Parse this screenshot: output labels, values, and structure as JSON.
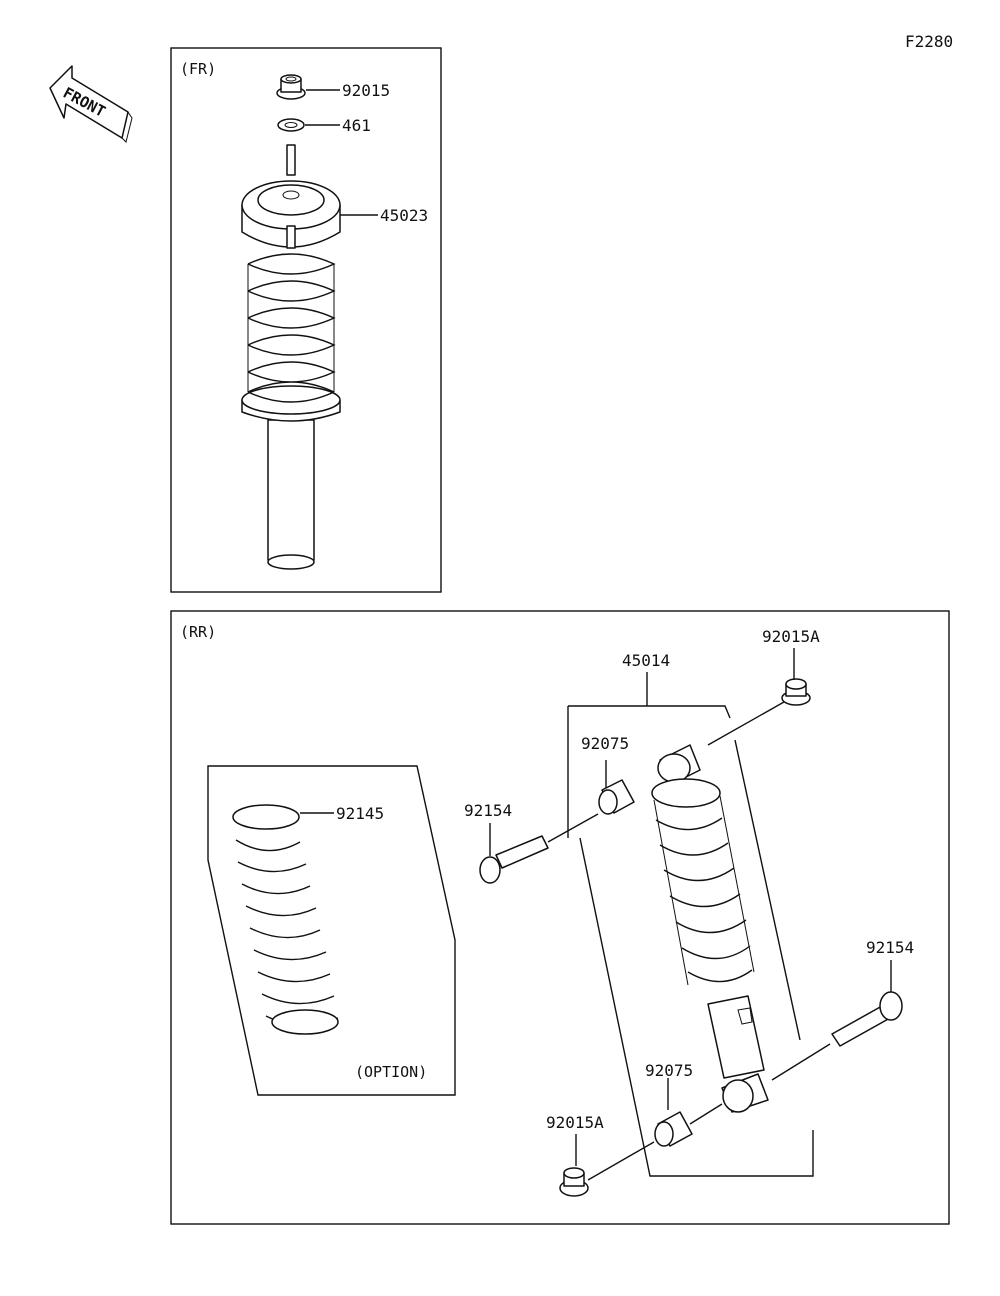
{
  "figure_code": "F2280",
  "front_arrow": {
    "label": "FRONT",
    "icon": "front-direction-arrow-icon"
  },
  "front_panel": {
    "caption": "(FR)",
    "parts": [
      {
        "number": "92015",
        "description_icon": "flange-nut-icon"
      },
      {
        "number": "461",
        "description_icon": "washer-icon"
      },
      {
        "number": "45023",
        "description_icon": "front-shock-absorber-icon"
      }
    ]
  },
  "rear_panel": {
    "caption": "(RR)",
    "parts": [
      {
        "number": "45014",
        "description_icon": "rear-shock-absorber-icon"
      },
      {
        "number": "92015A",
        "description_icon": "flange-nut-icon"
      },
      {
        "number": "92075",
        "description_icon": "bushing-icon"
      },
      {
        "number": "92154",
        "description_icon": "flange-bolt-icon"
      },
      {
        "number": "92145",
        "description_icon": "coil-spring-icon"
      },
      {
        "number": "92154",
        "description_icon": "flange-bolt-icon"
      },
      {
        "number": "92075",
        "description_icon": "bushing-icon"
      },
      {
        "number": "92015A",
        "description_icon": "flange-nut-icon"
      }
    ],
    "option_box_label": "(OPTION)"
  }
}
